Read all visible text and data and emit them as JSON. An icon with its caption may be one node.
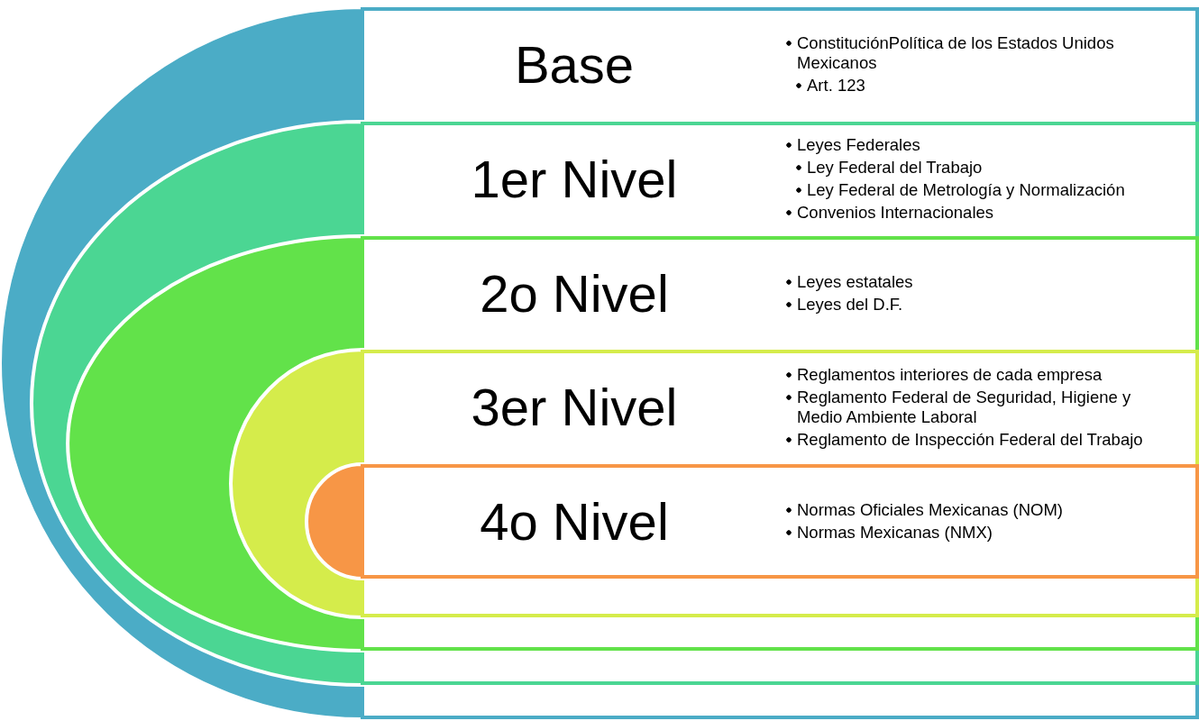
{
  "diagram": {
    "nodes": [
      {
        "text": [
          "Base",
          "ConstituciónPolítica de los Estados Unidos Mexicanos",
          "Art. 123"
        ]
      },
      {
        "text": [
          "1er Nivel",
          "Leyes Federales",
          "Ley Federal del Trabajo",
          "Ley Federal de Metrología y Normalización",
          "Convenios Internacionales"
        ],
        "in": 0
      },
      {
        "text": [
          "2o Nivel",
          "Leyes estatales",
          "Leyes del D.F."
        ],
        "in": 1
      },
      {
        "text": [
          "3er Nivel",
          "Reglamentos interiores de cada empresa",
          "Reglamento Federal de Seguridad, Higiene y Medio Ambiente Laboral",
          "Reglamento de Inspección Federal del Trabajo"
        ],
        "in": 2
      },
      {
        "text": [
          "4o Nivel",
          "Normas Oficiales Mexicanas (NOM)",
          "Normas Mexicanas (NMX)"
        ],
        "in": 3
      }
    ]
  }
}
